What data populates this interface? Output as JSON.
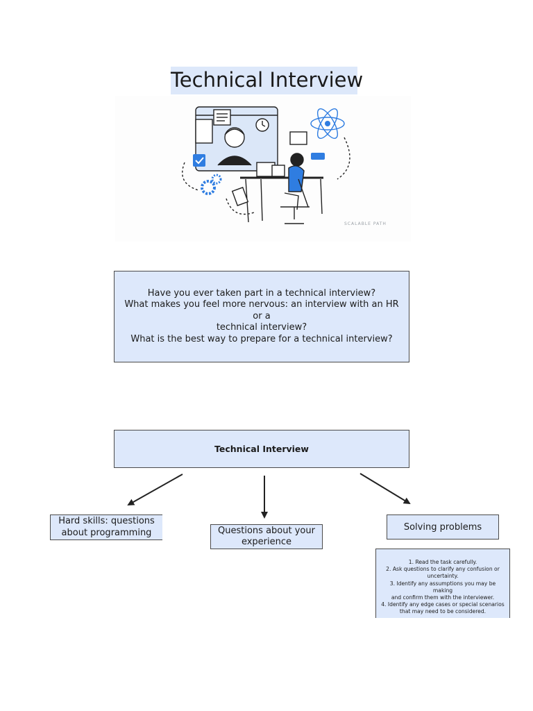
{
  "page": {
    "title": "Technical Interview"
  },
  "illustration": {
    "watermark": "SCALABLE PATH"
  },
  "questions": [
    "Have you ever taken part in a technical interview?",
    "What makes you feel more nervous: an interview with an HR or a",
    "technical interview?",
    "What is the best way to prepare for a technical interview?"
  ],
  "diagram": {
    "center": "Technical Interview",
    "hard_skills": [
      "Hard skills: questions",
      "about programming"
    ],
    "experience": [
      "Questions about your",
      "experience"
    ],
    "solving": "Solving problems",
    "steps": [
      "1. Read the task carefully.",
      "2. Ask questions to clarify any confusion or",
      "uncertainty.",
      "3. Identify any assumptions you may be making",
      "and confirm them with the interviewer.",
      "4. Identify any edge cases or special scenarios",
      "that may need to be considered."
    ]
  },
  "colors": {
    "box_fill": "#dde8fb",
    "accent_blue": "#2f7de1",
    "line_dark": "#222222"
  }
}
